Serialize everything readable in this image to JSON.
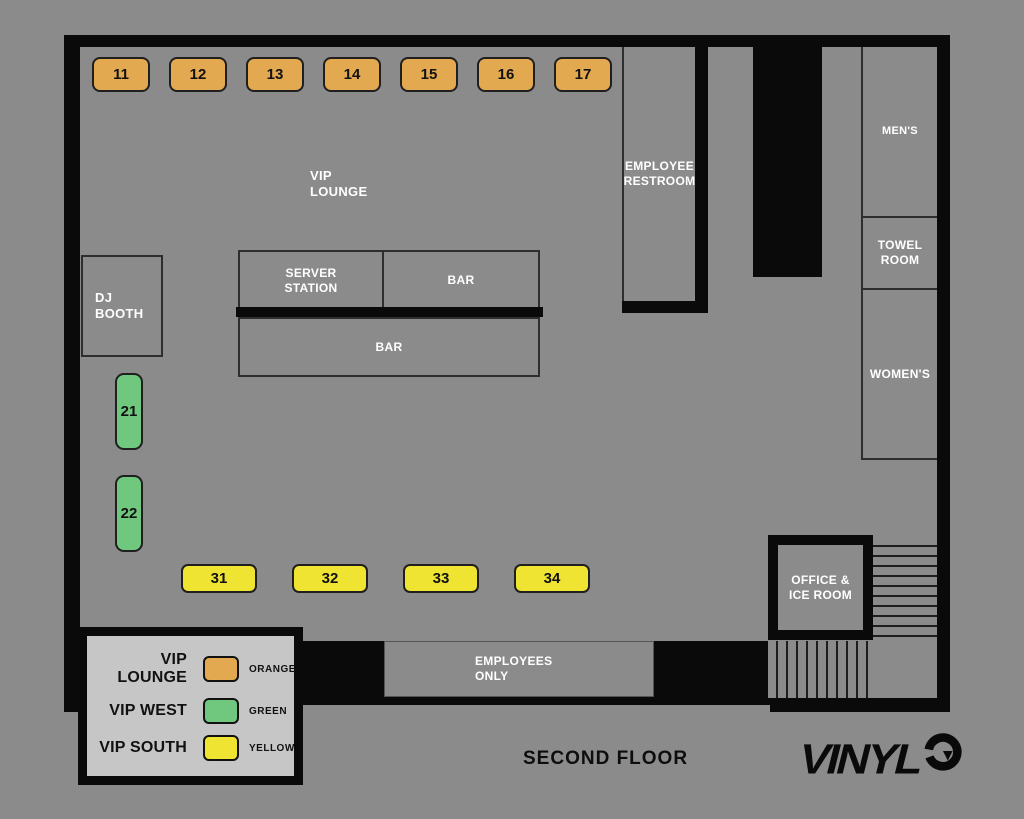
{
  "page": {
    "title_label": "SECOND FLOOR"
  },
  "brand": {
    "name": "VINYL",
    "logo_icon": "vinyl-record-icon"
  },
  "colors": {
    "orange": "#E2A950",
    "green": "#6FC87E",
    "yellow": "#F0E433",
    "floor": "#8B8B8B",
    "wall": "#0A0A0A",
    "legend-bg": "#C6C6C6",
    "room-line": "#2E2E2E"
  },
  "rooms": {
    "vip_lounge": [
      "VIP",
      "LOUNGE"
    ],
    "employee_restroom": [
      "EMPLOYEE",
      "RESTROOM"
    ],
    "server_station": [
      "SERVER",
      "STATION"
    ],
    "bar_upper": "BAR",
    "bar_lower": "BAR",
    "dj_booth": [
      "DJ",
      "BOOTH"
    ],
    "mens": "MEN'S",
    "towel_room": [
      "TOWEL",
      "ROOM"
    ],
    "womens": "WOMEN'S",
    "office_ice": [
      "OFFICE &",
      "ICE ROOM"
    ],
    "employees_only": [
      "EMPLOYEES",
      "ONLY"
    ]
  },
  "tables": {
    "vip_lounge": [
      "11",
      "12",
      "13",
      "14",
      "15",
      "16",
      "17"
    ],
    "vip_west": [
      "21",
      "22"
    ],
    "vip_south": [
      "31",
      "32",
      "33",
      "34"
    ]
  },
  "legend": {
    "items": [
      {
        "label": "VIP LOUNGE",
        "color_name": "ORANGE",
        "color_key": "orange"
      },
      {
        "label": "VIP WEST",
        "color_name": "GREEN",
        "color_key": "green"
      },
      {
        "label": "VIP SOUTH",
        "color_name": "YELLOW",
        "color_key": "yellow"
      }
    ]
  }
}
